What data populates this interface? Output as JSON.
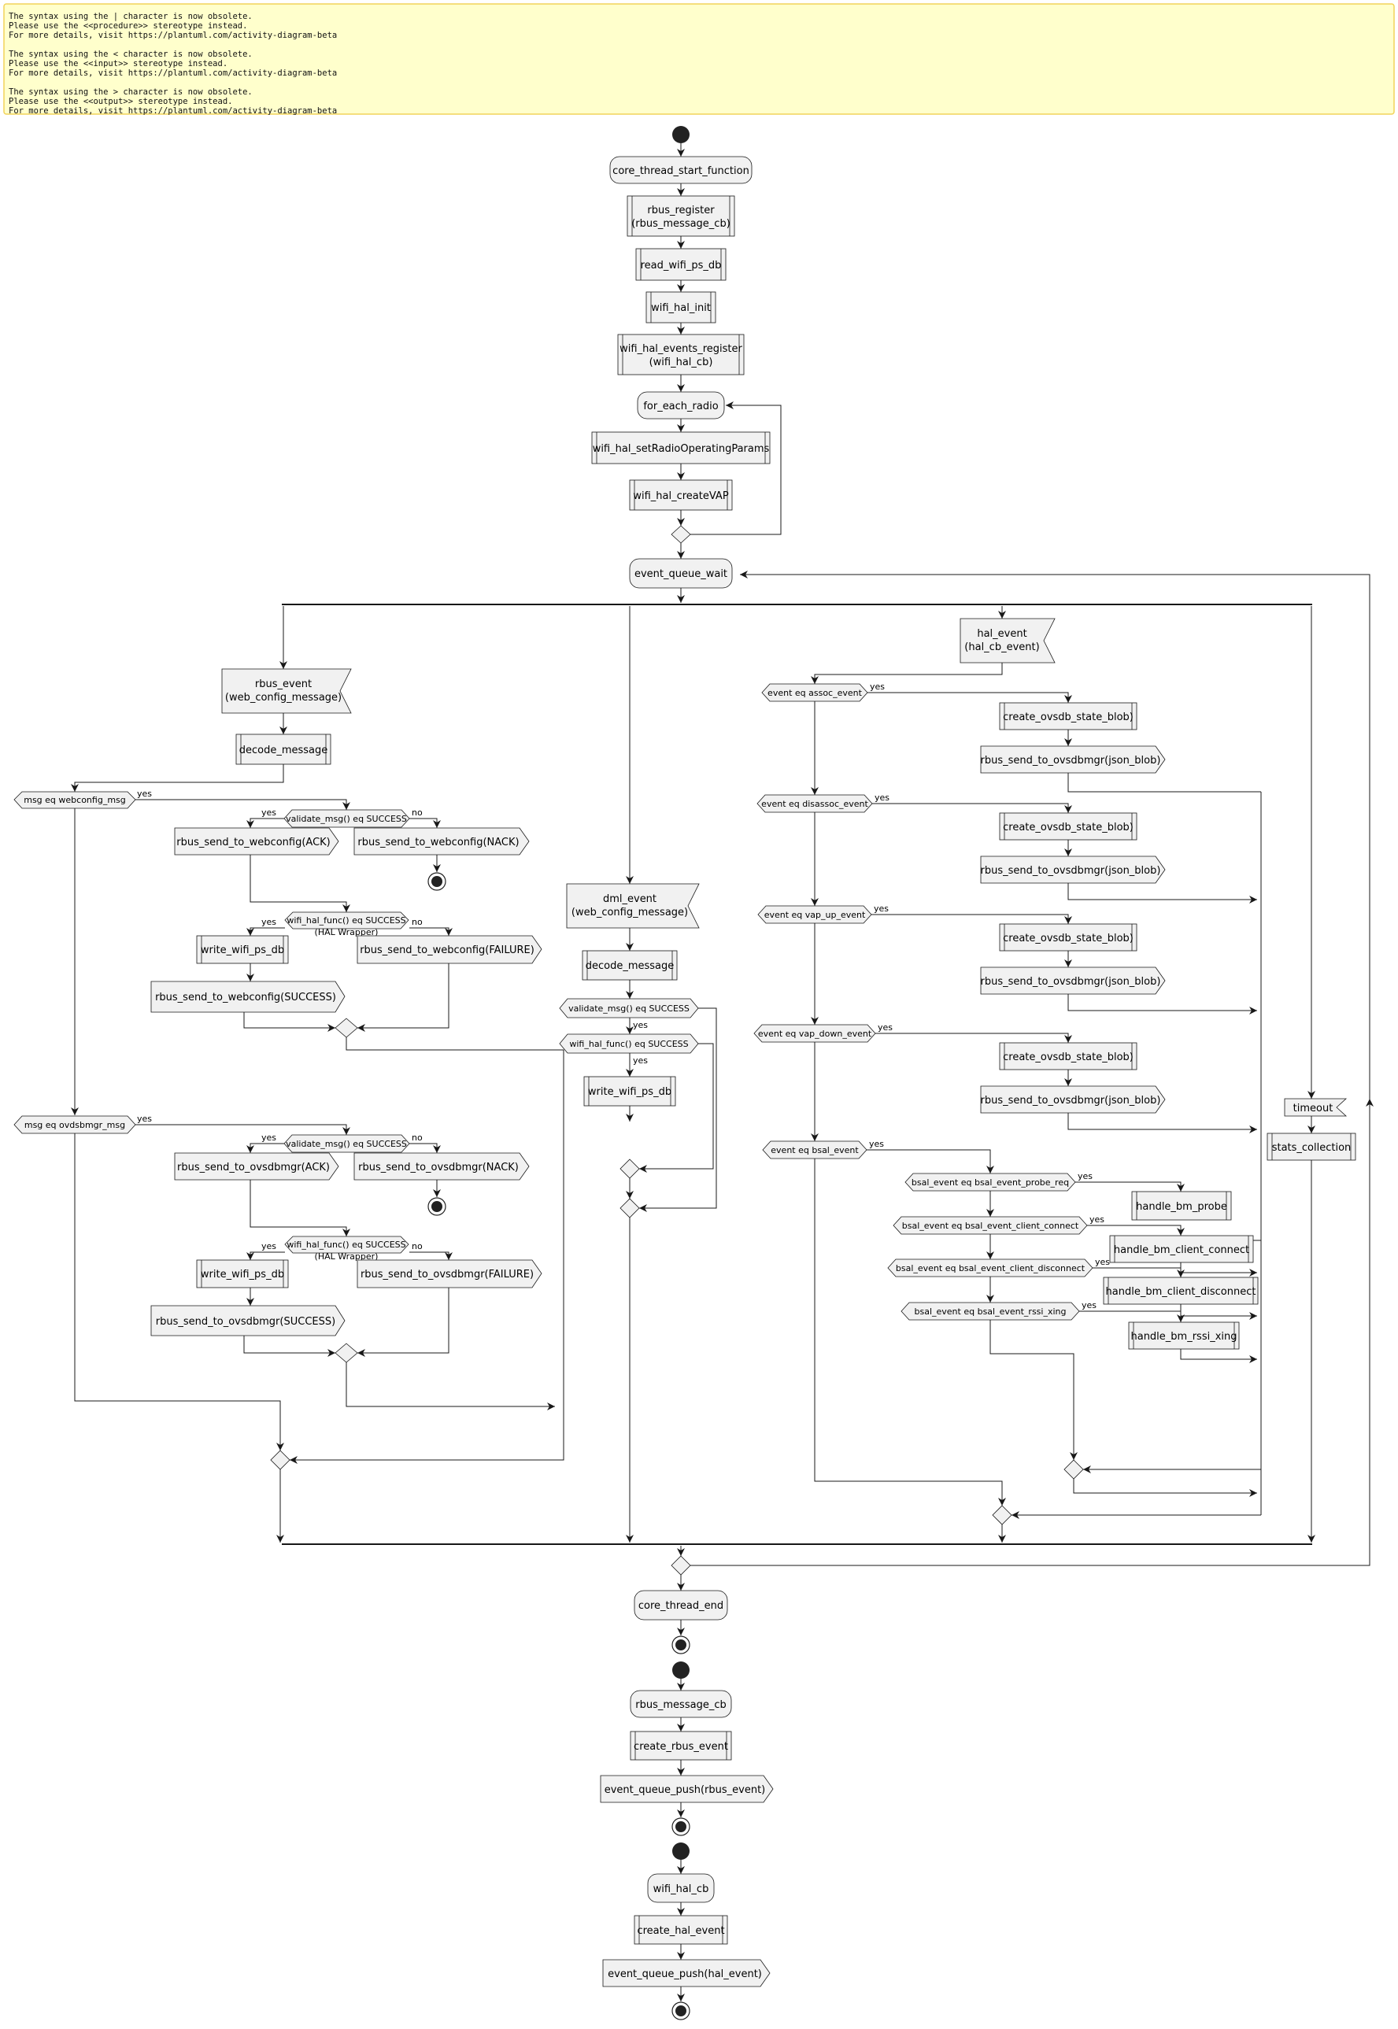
{
  "warning": {
    "lines": [
      "The syntax using the | character is now obsolete.",
      "Please use the <<procedure>> stereotype instead.",
      "For more details, visit https://plantuml.com/activity-diagram-beta",
      "",
      "The syntax using the < character is now obsolete.",
      "Please use the <<input>> stereotype instead.",
      "For more details, visit https://plantuml.com/activity-diagram-beta",
      "",
      "The syntax using the > character is now obsolete.",
      "Please use the <<output>> stereotype instead.",
      "For more details, visit https://plantuml.com/activity-diagram-beta"
    ]
  },
  "main": {
    "core_start": "core_thread_start_function",
    "rbus_register": [
      "rbus_register",
      "(rbus_message_cb)"
    ],
    "read_ps_db": "read_wifi_ps_db",
    "hal_init": "wifi_hal_init",
    "hal_events_register": [
      "wifi_hal_events_register",
      "(wifi_hal_cb)"
    ],
    "for_each_radio": "for_each_radio",
    "set_radio_params": "wifi_hal_setRadioOperatingParams",
    "create_vap": "wifi_hal_createVAP",
    "event_queue_wait": "event_queue_wait",
    "core_end": "core_thread_end"
  },
  "rbus_branch": {
    "event": [
      "rbus_event",
      "(web_config_message)"
    ],
    "decode": "decode_message",
    "cond_webconfig": "msg eq webconfig_msg",
    "cond_validate_1": "validate_msg() eq SUCCESS",
    "ack_webconfig": "rbus_send_to_webconfig(ACK)",
    "nack_webconfig": "rbus_send_to_webconfig(NACK)",
    "cond_hal_1": [
      "wifi_hal_func() eq SUCCESS",
      "(HAL Wrapper)"
    ],
    "write_db_1": "write_wifi_ps_db",
    "failure_webconfig": "rbus_send_to_webconfig(FAILURE)",
    "success_webconfig": "rbus_send_to_webconfig(SUCCESS)",
    "cond_ovsdbmgr": "msg eq ovdsbmgr_msg",
    "cond_validate_2": "validate_msg() eq SUCCESS",
    "ack_ovsdbmgr": "rbus_send_to_ovsdbmgr(ACK)",
    "nack_ovsdbmgr": "rbus_send_to_ovsdbmgr(NACK)",
    "cond_hal_2": [
      "wifi_hal_func() eq SUCCESS",
      "(HAL Wrapper)"
    ],
    "write_db_2": "write_wifi_ps_db",
    "failure_ovsdbmgr": "rbus_send_to_ovsdbmgr(FAILURE)",
    "success_ovsdbmgr": "rbus_send_to_ovsdbmgr(SUCCESS)"
  },
  "dml_branch": {
    "event": [
      "dml_event",
      "(web_config_message)"
    ],
    "decode": "decode_message",
    "cond_validate": "validate_msg() eq SUCCESS",
    "cond_hal": "wifi_hal_func() eq SUCCESS",
    "write_db": "write_wifi_ps_db"
  },
  "hal_branch": {
    "event": [
      "hal_event",
      "(hal_cb_event)"
    ],
    "cond_assoc": "event eq assoc_event",
    "cond_disassoc": "event eq disassoc_event",
    "cond_vap_up": "event eq vap_up_event",
    "cond_vap_down": "event eq vap_down_event",
    "cond_bsal": "event eq bsal_event",
    "create_blob": "create_ovsdb_state_blob)",
    "send_blob": "rbus_send_to_ovsdbmgr(json_blob)",
    "cond_probe": "bsal_event eq bsal_event_probe_req",
    "handle_probe": "handle_bm_probe",
    "cond_client_connect": "bsal_event eq bsal_event_client_connect",
    "handle_client_connect": "handle_bm_client_connect",
    "cond_client_disconnect": "bsal_event eq bsal_event_client_disconnect",
    "handle_client_disconnect": "handle_bm_client_disconnect",
    "cond_rssi": "bsal_event eq bsal_event_rssi_xing",
    "handle_rssi": "handle_bm_rssi_xing"
  },
  "timeout_branch": {
    "event": "timeout",
    "stats": "stats_collection"
  },
  "rbus_cb_flow": {
    "name": "rbus_message_cb",
    "create": "create_rbus_event",
    "push": "event_queue_push(rbus_event)"
  },
  "hal_cb_flow": {
    "name": "wifi_hal_cb",
    "create": "create_hal_event",
    "push": "event_queue_push(hal_event)"
  },
  "labels": {
    "yes": "yes",
    "no": "no"
  }
}
